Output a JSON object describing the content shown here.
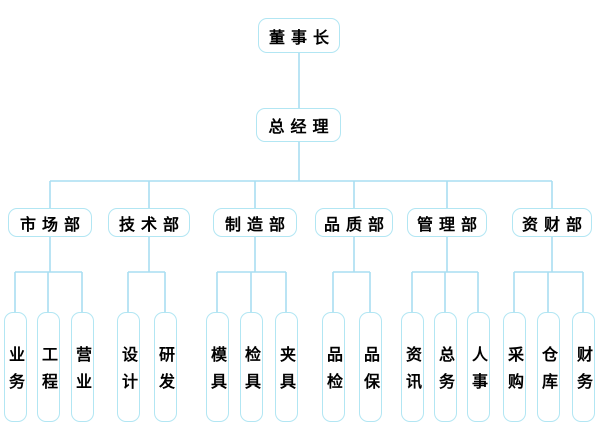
{
  "org": {
    "root": {
      "label": "董事长"
    },
    "general_manager": {
      "label": "总经理"
    },
    "departments": [
      {
        "label": "市场部",
        "children": [
          {
            "label": "业务"
          },
          {
            "label": "工程"
          },
          {
            "label": "营业"
          }
        ]
      },
      {
        "label": "技术部",
        "children": [
          {
            "label": "设计"
          },
          {
            "label": "研发"
          }
        ]
      },
      {
        "label": "制造部",
        "children": [
          {
            "label": "模具"
          },
          {
            "label": "检具"
          },
          {
            "label": "夹具"
          }
        ]
      },
      {
        "label": "品质部",
        "children": [
          {
            "label": "品检"
          },
          {
            "label": "品保"
          }
        ]
      },
      {
        "label": "管理部",
        "children": [
          {
            "label": "资讯"
          },
          {
            "label": "总务"
          },
          {
            "label": "人事"
          }
        ]
      },
      {
        "label": "资财部",
        "children": [
          {
            "label": "采购"
          },
          {
            "label": "仓库"
          },
          {
            "label": "财务"
          }
        ]
      }
    ]
  },
  "colors": {
    "background": "#ffffff",
    "line": "#a9def2",
    "box_border": "#b2e6f3",
    "text": "#000000"
  }
}
